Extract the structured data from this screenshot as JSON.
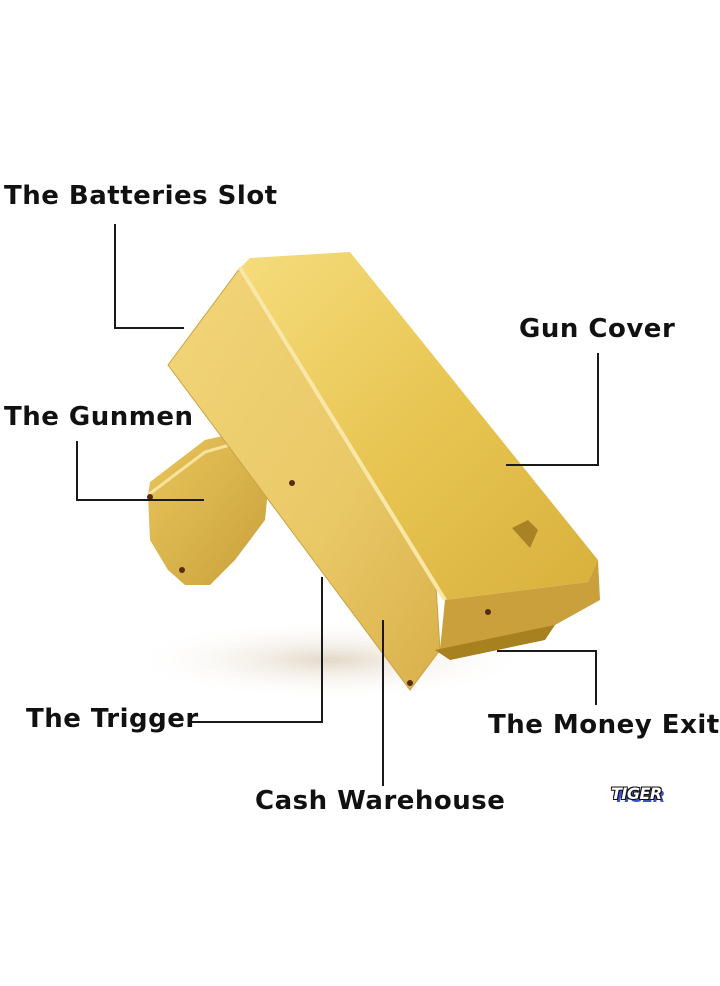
{
  "labels": {
    "batteries_slot": "The Batteries Slot",
    "gun_cover": "Gun Cover",
    "gunmen": "The Gunmen",
    "trigger": "The Trigger",
    "money_exit": "The Money Exit",
    "cash_warehouse": "Cash Warehouse"
  },
  "brand": {
    "logo_text": "TIGER",
    "logo_shadow_color": "#3b4fd8"
  },
  "colors": {
    "gold_light": "#f3d774",
    "gold_mid": "#e2bf48",
    "gold_dark": "#b8902a",
    "line": "#1a1a1a"
  }
}
